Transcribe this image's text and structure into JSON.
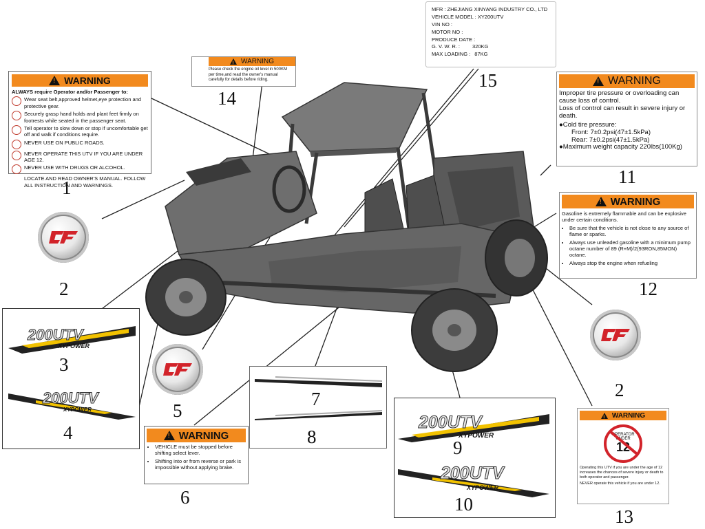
{
  "callouts": {
    "n1": "1",
    "n2a": "2",
    "n2b": "2",
    "n3": "3",
    "n4": "4",
    "n5": "5",
    "n6": "6",
    "n7": "7",
    "n8": "8",
    "n9": "9",
    "n10": "10",
    "n11": "11",
    "n12": "12",
    "n13": "13",
    "n14": "14",
    "n15": "15"
  },
  "label1": {
    "header": "WARNING",
    "intro": "ALWAYS require Operator and/or Passenger to:",
    "lines": [
      "Wear seat belt,approved helmet,eye protection and protective gear.",
      "Securely grasp hand holds and plant feet firmly on footrests while seated in the passenger seat.",
      "Tell operator to slow down or stop if uncomfortable get off and walk if conditions require.",
      "NEVER USE ON PUBLIC ROADS.",
      "NEVER OPERATE THIS UTV IF YOU ARE UNDER AGE 12.",
      "NEVER USE WITH DRUGS OR ALCOHOL.",
      "LOCATE AND READ OWNER'S MANUAL. FOLLOW ALL INSTRUCTION AND WARNINGS."
    ]
  },
  "label14": {
    "header": "WARNING",
    "text": "Please check the engine oil level in 500KM per time,and read the owner's manual carefully for details before riding."
  },
  "label15": {
    "mfr": "MFR : ZHEJIANG XINYANG INDUSTRY CO., LTD",
    "model": "VEHICLE MODEL : XY200UTV",
    "vin": "VIN NO :",
    "motor": "MOTOR NO :",
    "produce": "PRODUCE DATE :",
    "gvwr_label": "G. V. W. R. :",
    "gvwr_value": "320KG",
    "max_label": "MAX LOADING :",
    "max_value": "87KG"
  },
  "label11": {
    "header": "WARNING",
    "p1": "Improper tire pressure or overloading can cause loss of control.",
    "p2": "Loss of control can result in severe injury or death.",
    "cold": "Cold tire pressure:",
    "front": "Front: 7±0.2psi(47±1.5kPa)",
    "rear": "Rear: 7±0.2psi(47±1.5kPa)",
    "max": "Maximum weight capacity 220lbs(100Kg)"
  },
  "label12": {
    "header": "WARNING",
    "intro": "Gasoline is extremely flammable and can be explosive under certain conditions.",
    "b1": "Be sure that the vehicle is not close to any source of flame or sparks.",
    "b2": "Always use unleaded gasoline with a minimum pump octane number of 89 (R+M)/2(93RON,85MON) octane.",
    "b3": "Always stop the engine when refueling"
  },
  "label6": {
    "header": "WARNING",
    "b1": "VEHICLE must be stopped before shifting select lever.",
    "b2": "Shifting into or from reverse or park is impossible without applying brake."
  },
  "label13": {
    "header": "WARNING",
    "sign_top": "OPERATOR UNDER",
    "sign_num": "12",
    "text": "Operating this UTV if you are under the age of 12 increases the chances of severe injury or death to both operator and passenger.",
    "never": "NEVER operate this vehicle if you are under 12."
  },
  "decal_text": {
    "main": "200UTV",
    "sub": "XYPOWER"
  },
  "colors": {
    "warning_orange": "#f28a1e",
    "badge_red": "#d2232a",
    "decal_yellow": "#f2c200"
  }
}
